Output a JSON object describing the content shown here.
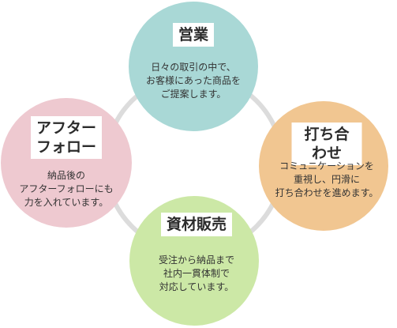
{
  "colors": {
    "ring": "#dcdcdc",
    "sales": "#a9d8d6",
    "negotiation": "#f1c691",
    "materials": "#cce8a6",
    "aftercare": "#eec9d0"
  },
  "nodes": {
    "sales": {
      "title": "営業",
      "desc": "日々の取引の中で、\nお客様にあった商品を\nご提案します。"
    },
    "negotiation": {
      "title": "打ち合わせ",
      "desc": "コミュニケーションを\n重視し、円滑に\n打ち合わせを進めます。"
    },
    "materials": {
      "title": "資材販売",
      "desc": "受注から納品まで\n社内一貫体制で\n対応しています。"
    },
    "aftercare": {
      "title": "アフター\nフォロー",
      "desc": "納品後の\nアフターフォローにも\n力を入れています。"
    }
  }
}
